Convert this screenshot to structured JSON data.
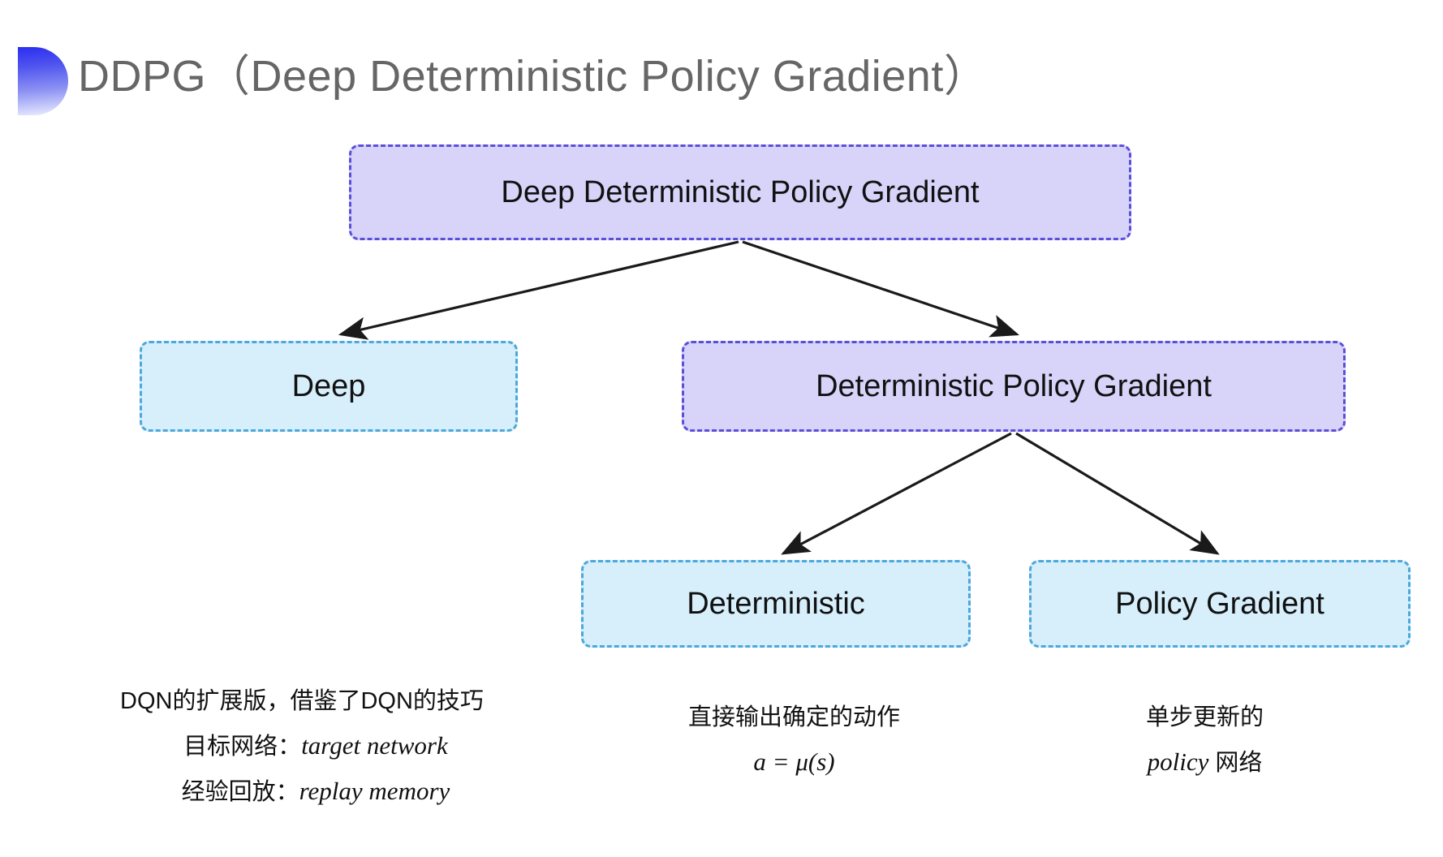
{
  "slide": {
    "title": "DDPG（Deep Deterministic Policy Gradient）",
    "decor_icon": "gradient-half-circle-icon",
    "background_color": "#ffffff",
    "title_color": "#666666"
  },
  "colors": {
    "purple_fill": "#d7d3f9",
    "purple_border": "#5b4fd8",
    "blue_fill": "#d7eefb",
    "blue_border": "#4aa8dd",
    "arrow": "#1a1a1a",
    "text": "#111111"
  },
  "diagram": {
    "nodes": {
      "root": {
        "label": "Deep Deterministic Policy Gradient",
        "style": "purple"
      },
      "deep": {
        "label": "Deep",
        "style": "blue"
      },
      "dpg": {
        "label": "Deterministic Policy Gradient",
        "style": "purple"
      },
      "deterministic": {
        "label": "Deterministic",
        "style": "blue"
      },
      "policy_gradient": {
        "label": "Policy Gradient",
        "style": "blue"
      }
    },
    "edges": [
      {
        "from": "root",
        "to": "deep"
      },
      {
        "from": "root",
        "to": "dpg"
      },
      {
        "from": "dpg",
        "to": "deterministic"
      },
      {
        "from": "dpg",
        "to": "policy_gradient"
      }
    ]
  },
  "notes": {
    "deep": {
      "line1": "DQN的扩展版，借鉴了DQN的技巧",
      "line2_label": "目标网络：",
      "line2_value": "target network",
      "line3_label": "经验回放：",
      "line3_value": "replay memory"
    },
    "deterministic": {
      "line1": "直接输出确定的动作",
      "line2": "a = μ(s)"
    },
    "policy_gradient": {
      "line1": "单步更新的",
      "line2_value": "policy",
      "line2_suffix": " 网络"
    }
  }
}
